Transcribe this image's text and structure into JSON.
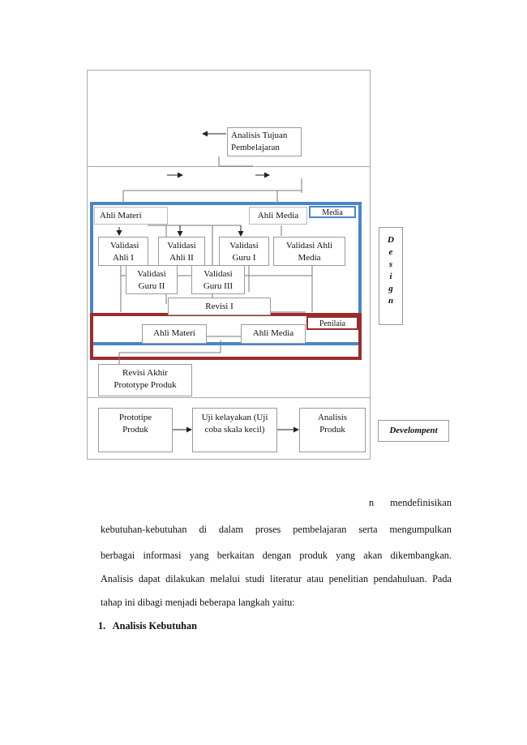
{
  "diagram": {
    "top": {
      "analisis_tujuan": "Analisis Tujuan Pembelajaran"
    },
    "design": {
      "ahli_materi": "Ahli Materi",
      "ahli_media": "Ahli Media",
      "media_tab": "Media",
      "validasi_ahli_1": "Validasi Ahli I",
      "validasi_ahli_2": "Validasi Ahli II",
      "validasi_guru_1": "Validasi Guru I",
      "validasi_ahli_media": "Validasi Ahli Media",
      "validasi_guru_2": "Validasi Guru II",
      "validasi_guru_3": "Validasi Guru III",
      "revisi_1": "Revisi I",
      "penilaian_tab": "Penilaia",
      "ahli_materi_2": "Ahli Materi",
      "ahli_media_2": "Ahli Media",
      "revisi_akhir": "Revisi Akhir Prototype Produk",
      "side_label_letters": [
        "D",
        "e",
        "s",
        "i",
        "g",
        "n"
      ]
    },
    "development": {
      "prototipe": "Prototipe Produk",
      "uji_kelayakan": "Uji kelayakan (Uji coba skala kecil)",
      "analisis_produk": "Analisis Produk",
      "side_label": "Develompent"
    },
    "colors": {
      "blue_frame": "#4a86c8",
      "red_frame": "#9b2c2c"
    }
  },
  "text": {
    "line1_end": "n mendefinisikan",
    "line2": "kebutuhan-kebutuhan di dalam proses pembelajaran serta mengumpulkan",
    "line3": "berbagai informasi yang berkaitan dengan produk yang akan dikembangkan.",
    "line4": "Analisis dapat dilakukan melalui studi literatur atau penelitian pendahuluan. Pada",
    "line5": "tahap ini dibagi menjadi beberapa langkah yaitu:",
    "heading": "1.   Analisis Kebutuhan"
  }
}
